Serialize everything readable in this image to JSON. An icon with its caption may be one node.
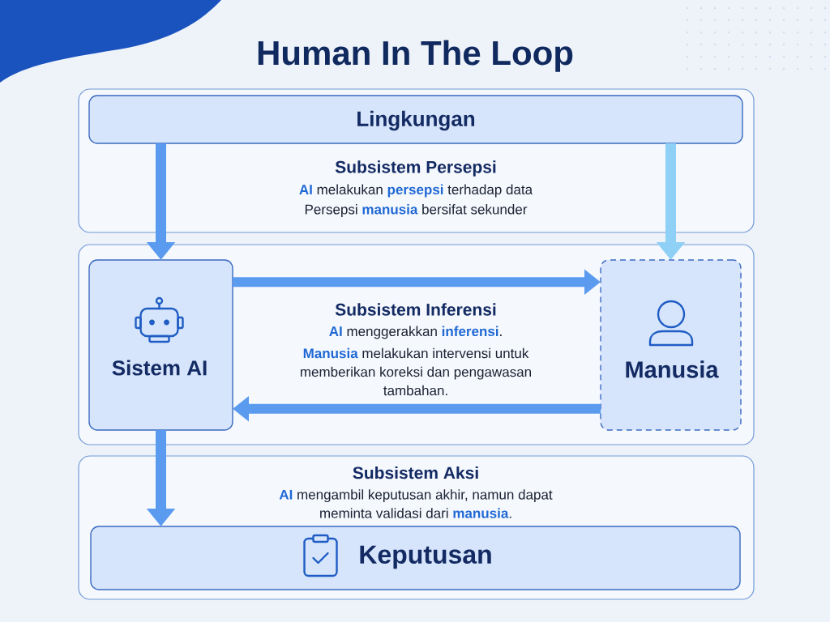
{
  "diagram": {
    "title": "Human In The Loop",
    "nodes": [
      {
        "text": [
          "Subsistem Persepsi",
          "**AI** melakukan **persepsi** terhadap data",
          "Persepsi **manusia** bersifat sekunder"
        ]
      },
      {
        "text": [
          "Lingkungan"
        ],
        "in": 0
      },
      {
        "text": [
          "Subsistem Inferensi",
          "**AI** menggerakkan **inferensi**.",
          "**Manusia** melakukan intervensi untuk memberikan koreksi dan pengawasan tambahan."
        ]
      },
      {
        "text": [
          "Sistem AI"
        ],
        "in": 2
      },
      {
        "text": [
          "Manusia"
        ],
        "in": 2
      },
      {
        "text": [
          "Subsistem Aksi",
          "**AI** mengambil keputusan akhir, namun dapat meminta validasi dari **manusia**."
        ]
      },
      {
        "text": [
          "Keputusan"
        ],
        "in": 5
      }
    ],
    "edges": [
      {
        "from": 1,
        "to": 3,
        "arrow": "to"
      },
      {
        "from": 1,
        "to": 4,
        "arrow": "to",
        "color": "#8fd0f7"
      },
      {
        "from": 3,
        "to": 4,
        "arrow": "to"
      },
      {
        "from": 4,
        "to": 3,
        "arrow": "to"
      },
      {
        "from": 3,
        "to": 6,
        "arrow": "to"
      }
    ]
  }
}
